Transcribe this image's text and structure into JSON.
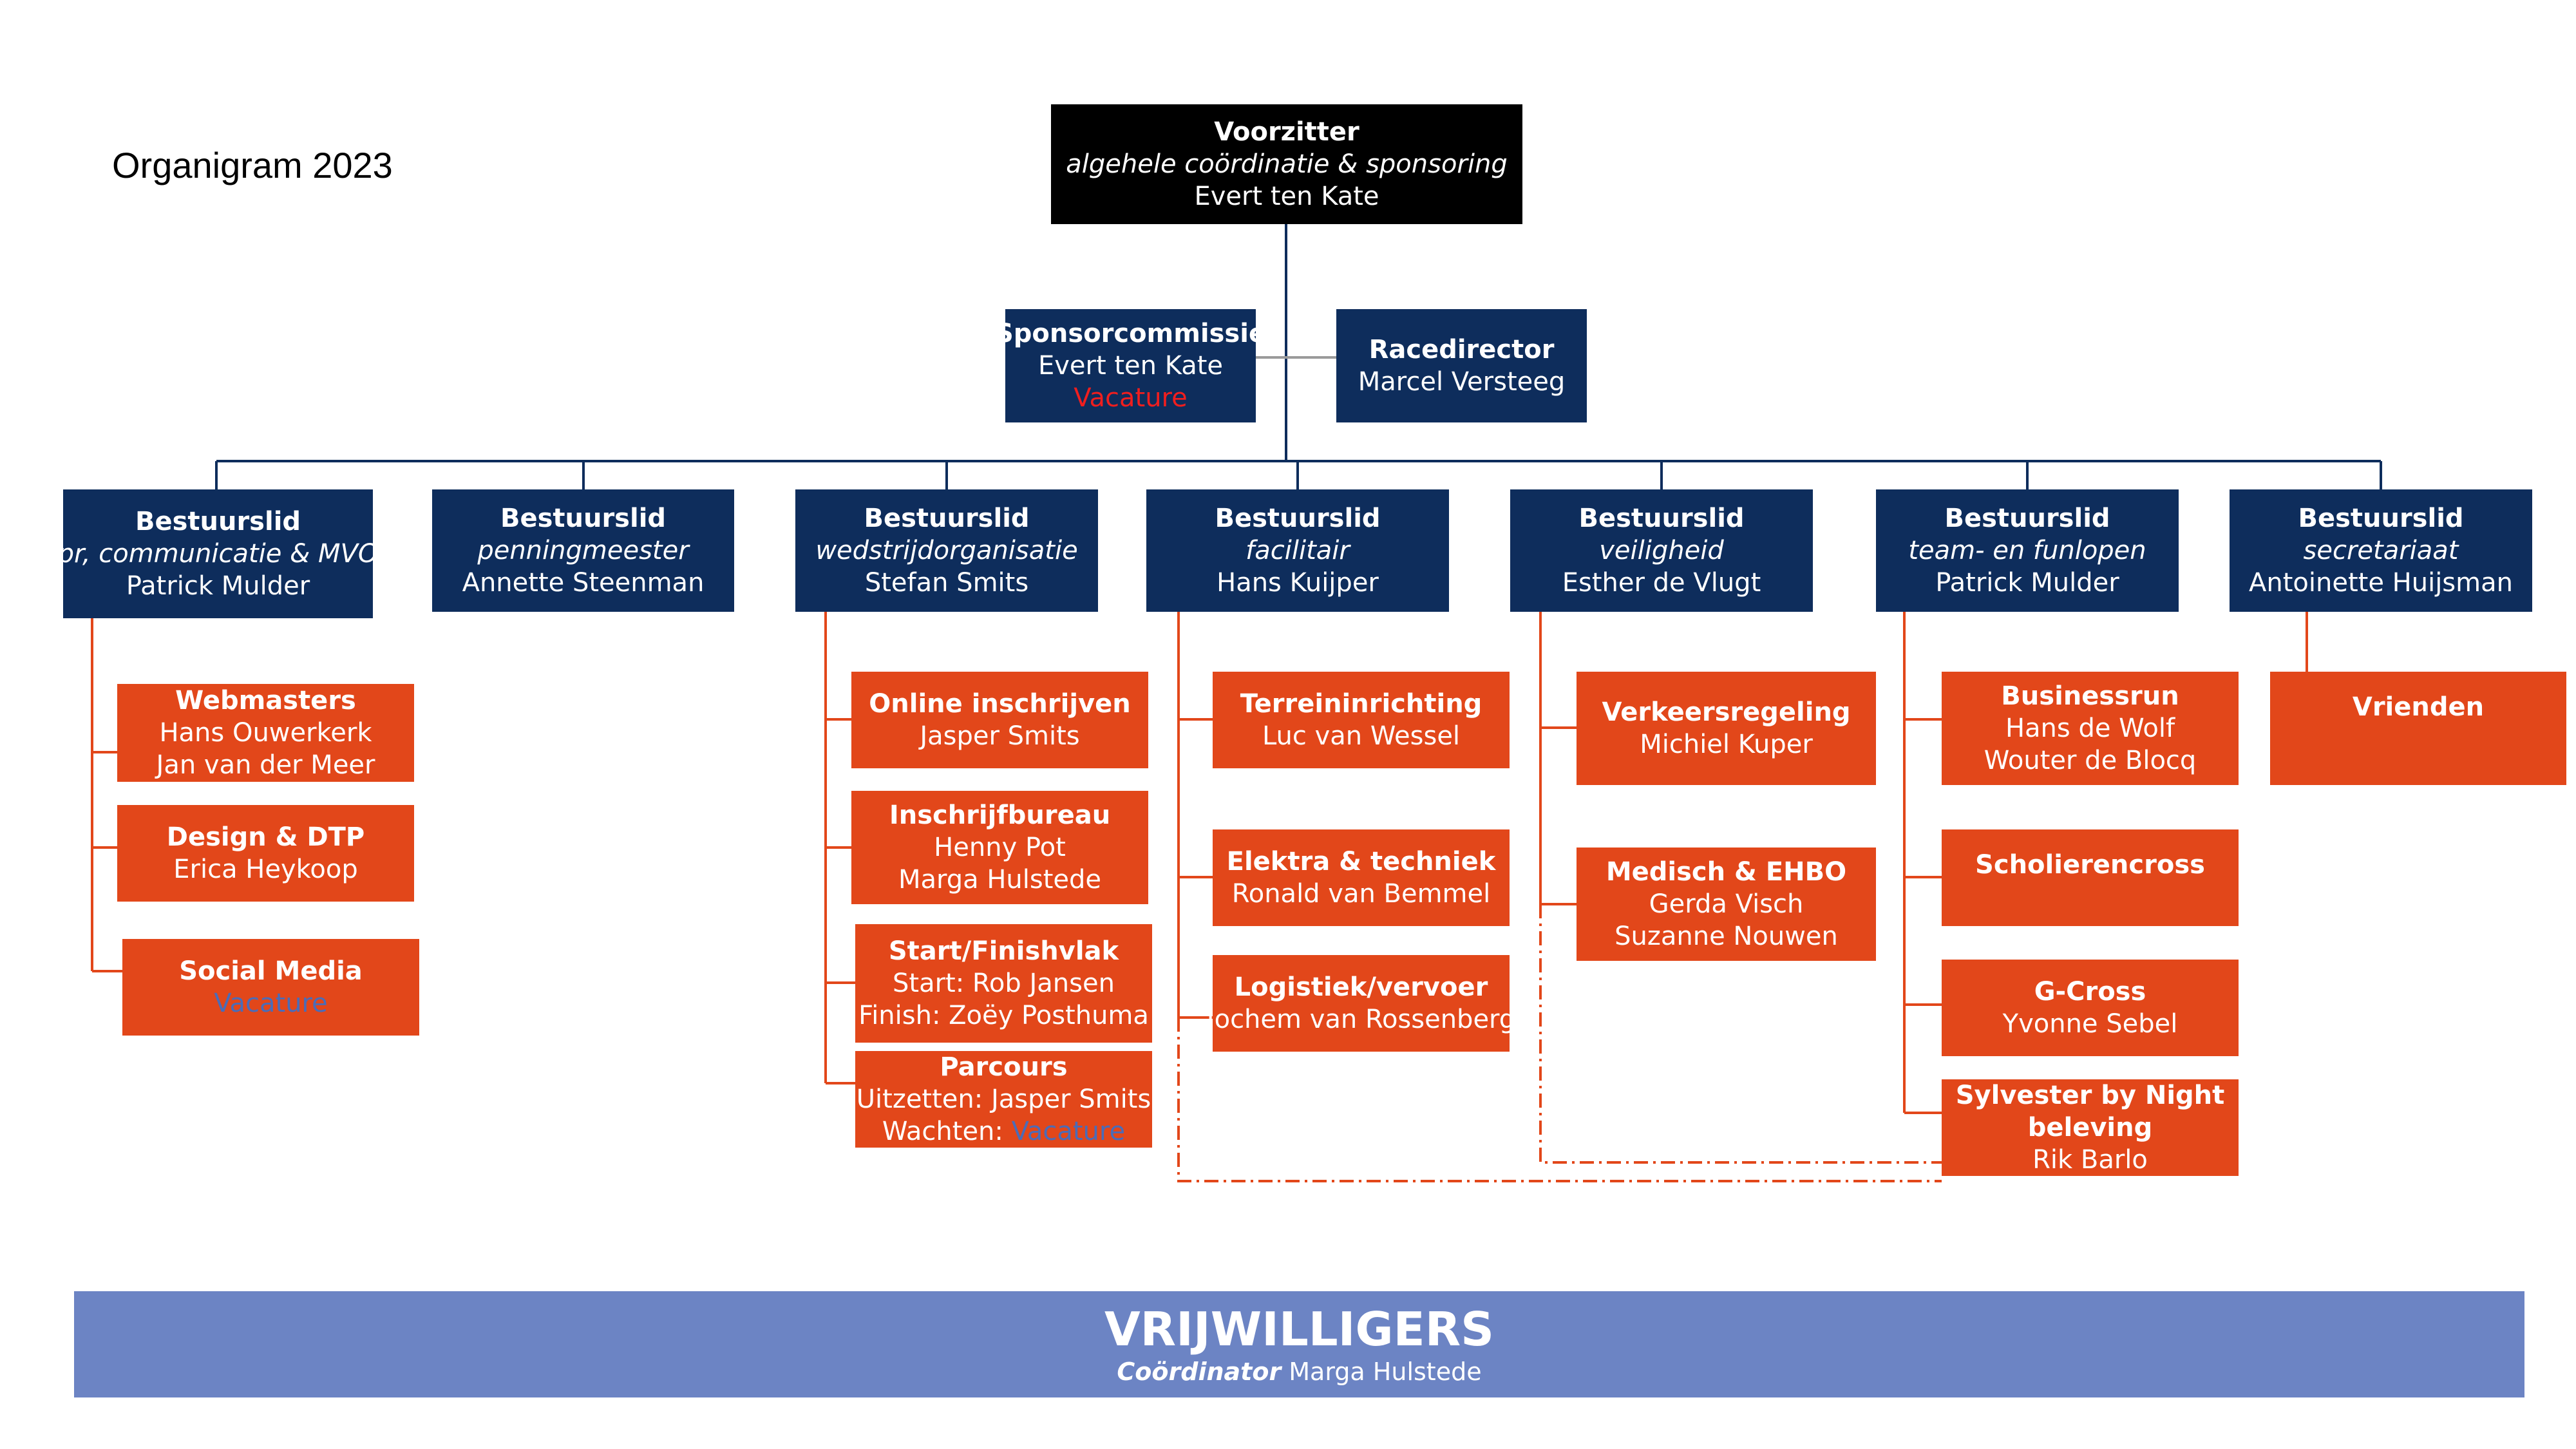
{
  "title": "Organigram 2023",
  "colors": {
    "navy": "#0E2D5C",
    "orange": "#E2471A",
    "black": "#000000",
    "footer": "#6C84C4",
    "vacature_red": "#F01E1E",
    "vacature_blue": "#4A6CB8"
  },
  "chair": {
    "role": "Voorzitter",
    "subtitle": "algehele coördinatie & sponsoring",
    "name": "Evert ten Kate"
  },
  "sponsor": {
    "role": "Sponsorcommissie",
    "name": "Evert ten Kate",
    "vacancy": "Vacature"
  },
  "race": {
    "role": "Racedirector",
    "name": "Marcel Versteeg"
  },
  "board": [
    {
      "role": "Bestuurslid",
      "subtitle": "pr, communicatie & MVO",
      "name": "Patrick Mulder"
    },
    {
      "role": "Bestuurslid",
      "subtitle": "penningmeester",
      "name": "Annette Steenman"
    },
    {
      "role": "Bestuurslid",
      "subtitle": "wedstrijdorganisatie",
      "name": "Stefan Smits"
    },
    {
      "role": "Bestuurslid",
      "subtitle": "facilitair",
      "name": "Hans Kuijper"
    },
    {
      "role": "Bestuurslid",
      "subtitle": "veiligheid",
      "name": "Esther de Vlugt"
    },
    {
      "role": "Bestuurslid",
      "subtitle": "team- en funlopen",
      "name": "Patrick Mulder"
    },
    {
      "role": "Bestuurslid",
      "subtitle": "secretariaat",
      "name": "Antoinette Huijsman"
    }
  ],
  "teams": {
    "webmasters": {
      "title": "Webmasters",
      "lines": [
        "Hans Ouwerkerk",
        "Jan van der Meer"
      ]
    },
    "design": {
      "title": "Design & DTP",
      "lines": [
        "Erica Heykoop"
      ]
    },
    "social": {
      "title": "Social Media",
      "vacancy": "Vacature"
    },
    "online": {
      "title": "Online inschrijven",
      "lines": [
        "Jasper Smits"
      ]
    },
    "bureau": {
      "title": "Inschrijfbureau",
      "lines": [
        "Henny Pot",
        "Marga Hulstede"
      ]
    },
    "start": {
      "title": "Start/Finishvlak",
      "lines": [
        "Start: Rob Jansen",
        "Finish: Zoëy Posthuma"
      ]
    },
    "parcours": {
      "title": "Parcours",
      "line1": "Uitzetten: Jasper Smits",
      "line2_prefix": "Wachten: ",
      "vacancy": "Vacature"
    },
    "terrein": {
      "title": "Terreininrichting",
      "lines": [
        "Luc van Wessel"
      ]
    },
    "elektra": {
      "title": "Elektra & techniek",
      "lines": [
        "Ronald van Bemmel"
      ]
    },
    "logistiek": {
      "title": "Logistiek/vervoer",
      "lines": [
        "Jochem van Rossenberg"
      ]
    },
    "verkeer": {
      "title": "Verkeersregeling",
      "lines": [
        "Michiel Kuper"
      ]
    },
    "medisch": {
      "title": "Medisch & EHBO",
      "lines": [
        "Gerda Visch",
        "Suzanne Nouwen"
      ]
    },
    "business": {
      "title": "Businessrun",
      "lines": [
        "Hans de Wolf",
        "Wouter de Blocq"
      ]
    },
    "scholieren": {
      "title": "Scholierencross"
    },
    "gcross": {
      "title": "G-Cross",
      "lines": [
        "Yvonne Sebel"
      ]
    },
    "sylvester": {
      "title_line1": "Sylvester by Night",
      "title_line2": "beleving",
      "lines": [
        "Rik Barlo"
      ]
    },
    "vrienden": {
      "title": "Vrienden"
    }
  },
  "footer": {
    "title": "VRIJWILLIGERS",
    "coord_label": "Coördinator",
    "coord_name": " Marga Hulstede"
  }
}
